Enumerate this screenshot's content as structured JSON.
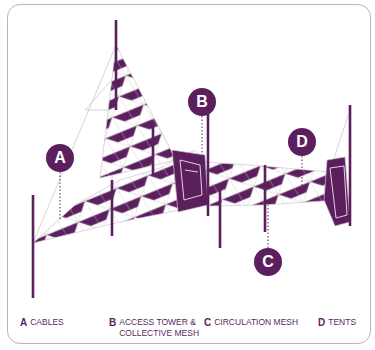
{
  "diagram": {
    "nodes": [
      {
        "text": [
          "B"
        ]
      },
      {
        "text": [
          "D"
        ]
      },
      {
        "text": [
          "A"
        ]
      },
      {
        "text": [
          "C"
        ]
      }
    ],
    "labels": [
      "A",
      "CABLES",
      "B",
      "ACCESS TOWER & COLLECTIVE MESH",
      "C",
      "CIRCULATION MESH",
      "D",
      "TENTS"
    ]
  }
}
